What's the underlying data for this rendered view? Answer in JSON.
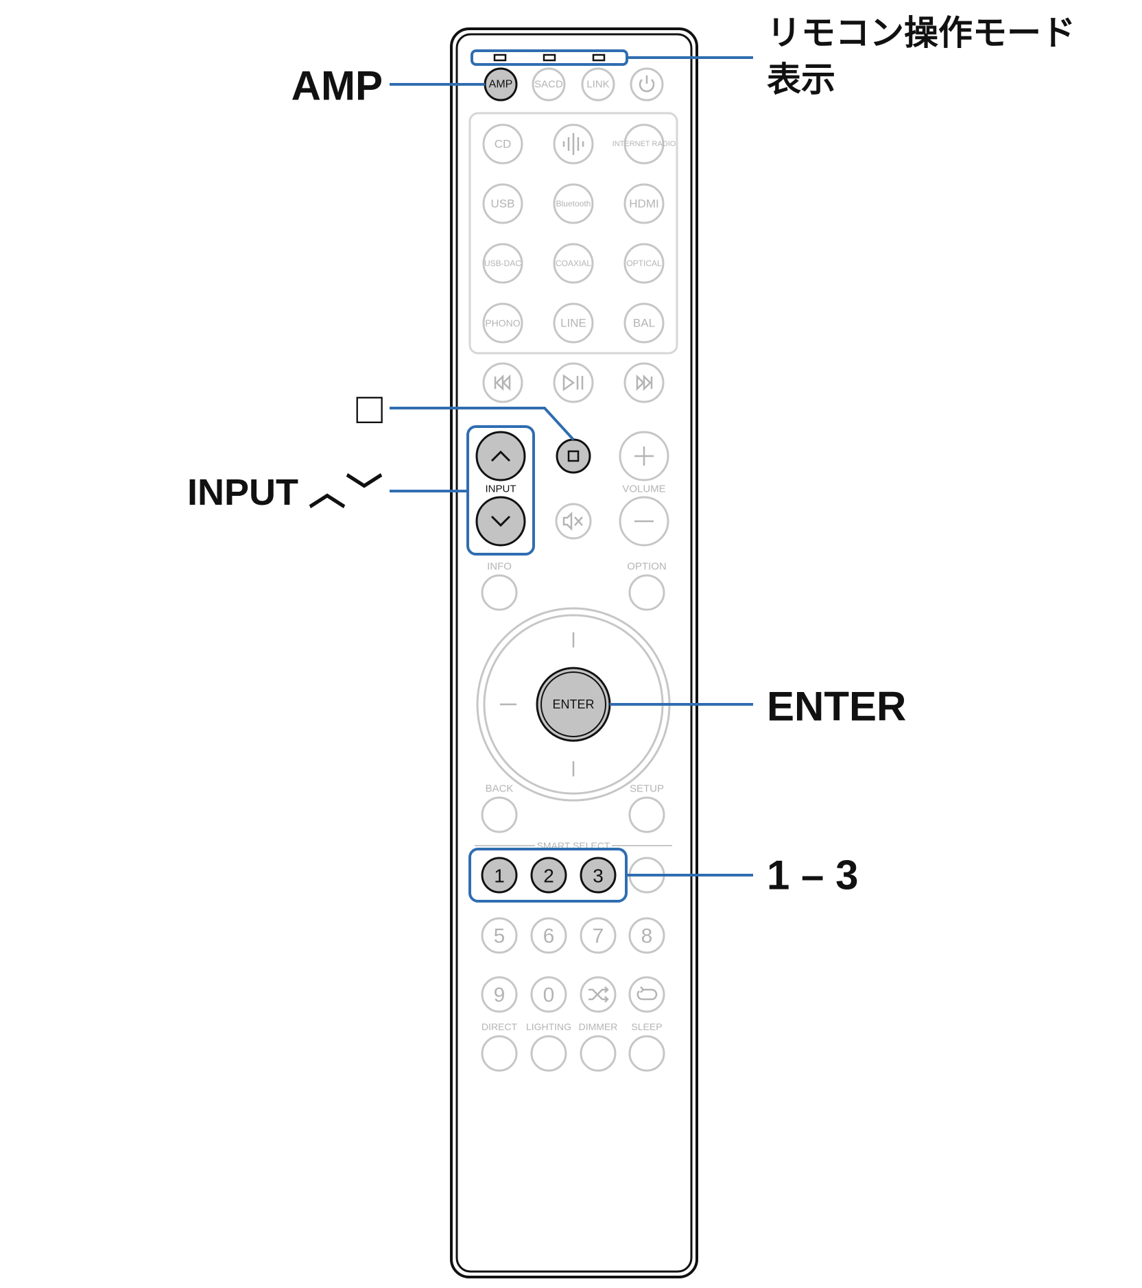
{
  "callouts": {
    "mode_indicator": [
      "リモコン操作モード",
      "表示"
    ],
    "amp": "AMP",
    "stop_symbol": "□",
    "input": "INPUT ︿﹀",
    "enter": "ENTER",
    "smart_select": "1 – 3"
  },
  "remote": {
    "mode_buttons": [
      "AMP",
      "SACD",
      "LINK",
      "power-icon"
    ],
    "source_buttons": [
      [
        "CD",
        "heos-icon",
        "INTERNET RADIO"
      ],
      [
        "USB",
        "Bluetooth",
        "HDMI"
      ],
      [
        "USB-DAC",
        "COAXIAL",
        "OPTICAL"
      ],
      [
        "PHONO",
        "LINE",
        "BAL"
      ]
    ],
    "transport": [
      "skip-back-icon",
      "play-pause-icon",
      "skip-forward-icon"
    ],
    "input_label": "INPUT",
    "volume_label": "VOLUME",
    "info_label": "INFO",
    "option_label": "OPTION",
    "enter_label": "ENTER",
    "back_label": "BACK",
    "setup_label": "SETUP",
    "smart_select_label": "SMART SELECT",
    "smart_select_numbers": [
      "1",
      "2",
      "3"
    ],
    "number_row_1": [
      "5",
      "6",
      "7",
      "8"
    ],
    "number_row_2": [
      "9",
      "0",
      "random-icon",
      "repeat-icon"
    ],
    "bottom_labels": [
      "DIRECT",
      "LIGHTING",
      "DIMMER",
      "SLEEP"
    ]
  },
  "colors": {
    "callout_blue": "#2f6db0",
    "highlight_fill": "#c3c3c3",
    "ghost_stroke": "#c6c6c6"
  }
}
